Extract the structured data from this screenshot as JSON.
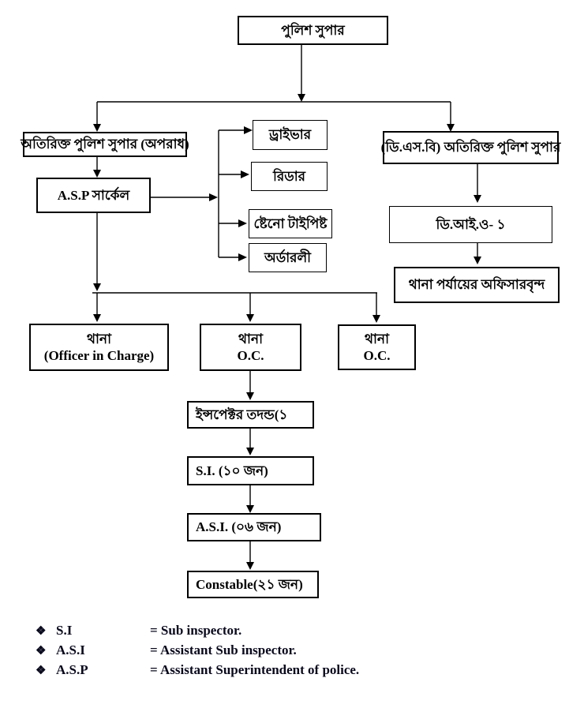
{
  "diagram": {
    "nodes": {
      "police_super": "পুলিশ সুপার",
      "addl_sp_crime": "অতিরিক্ত পুলিশ সুপার (অপরাধ)",
      "asp_circle": "A.S.P সার্কেল",
      "driver": "ড্রাইভার",
      "reader": "রিডার",
      "steno_typist": "ষ্টেনো টাইপিষ্ট",
      "orderly": "অর্ডারলী",
      "dsb_addl_sp": "(ডি.এস.বি) অতিরিক্ত পুলিশ সুপার",
      "dio_1": "ডি.আই.ও- ১",
      "thana_level_officers": "থানা পর্যায়ের অফিসারবৃন্দ",
      "thana_oic_line1": "থানা",
      "thana_oic_line2": "(Officer in Charge)",
      "thana_oc1_line1": "থানা",
      "thana_oc1_line2": "O.C.",
      "thana_oc2_line1": "থানা",
      "thana_oc2_line2": "O.C.",
      "inspector_investigation": "ইন্সপেক্টর তদন্ড(১",
      "si": "S.I. (১০ জন)",
      "asi": "A.S.I. (০৬ জন)",
      "constable": "Constable(২১ জন)"
    },
    "legend": {
      "bullet": "❖",
      "items": [
        {
          "abbr": "S.I",
          "definition": "= Sub inspector."
        },
        {
          "abbr": "A.S.I",
          "definition": "= Assistant Sub inspector."
        },
        {
          "abbr": "A.S.P",
          "definition": "= Assistant Superintendent of police."
        }
      ]
    },
    "colors": {
      "line": "#000000",
      "text": "#000000",
      "background": "#ffffff"
    }
  }
}
